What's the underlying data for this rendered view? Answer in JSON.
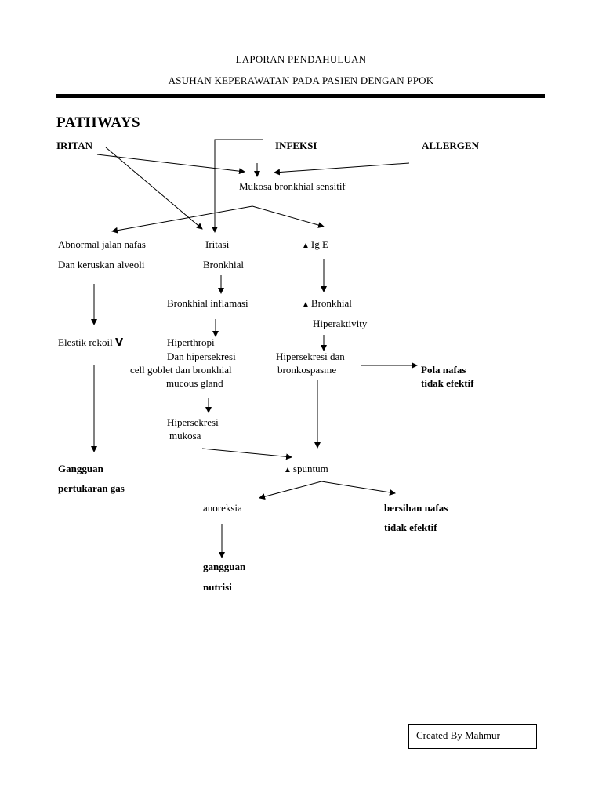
{
  "header": {
    "line1": "LAPORAN PENDAHULUAN",
    "line2": "ASUHAN KEPERAWATAN PADA PASIEN DENGAN PPOK"
  },
  "title": "PATHWAYS",
  "nodes": {
    "iritan": "IRITAN",
    "infeksi": "INFEKSI",
    "allergen": "ALLERGEN",
    "mukosa": "Mukosa bronkhial sensitif",
    "abnormal1": "Abnormal jalan nafas",
    "abnormal2": "Dan keruskan alveoli",
    "iritasi1": "Iritasi",
    "iritasi2": "Bronkhial",
    "ige": "Ig E",
    "bronk_inflamasi": "Bronkhial inflamasi",
    "bronk_hiper1": "Bronkhial",
    "bronk_hiper2": "Hiperaktivity",
    "elastik": "Elestik rekoil",
    "elastik_symbol": "V",
    "hiperthropi1": "Hiperthropi",
    "hiperthropi2": "Dan hipersekresi",
    "hiperthropi3": "cell goblet dan bronkhial",
    "hiperthropi4": "mucous gland",
    "hipersekresi_bronko1": "Hipersekresi dan",
    "hipersekresi_bronko2": "bronkospasme",
    "pola1": "Pola nafas",
    "pola2": "tidak efektif",
    "hiper_mukosa1": "Hipersekresi",
    "hiper_mukosa2": "mukosa",
    "spuntum": "spuntum",
    "gangguan_gas1": "Gangguan",
    "gangguan_gas2": "pertukaran gas",
    "anoreksia": "anoreksia",
    "bersihan1": "bersihan nafas",
    "bersihan2": "tidak efektif",
    "nutrisi1": "gangguan",
    "nutrisi2": "nutrisi"
  },
  "footer": {
    "credit": "Created By Mahmur"
  }
}
